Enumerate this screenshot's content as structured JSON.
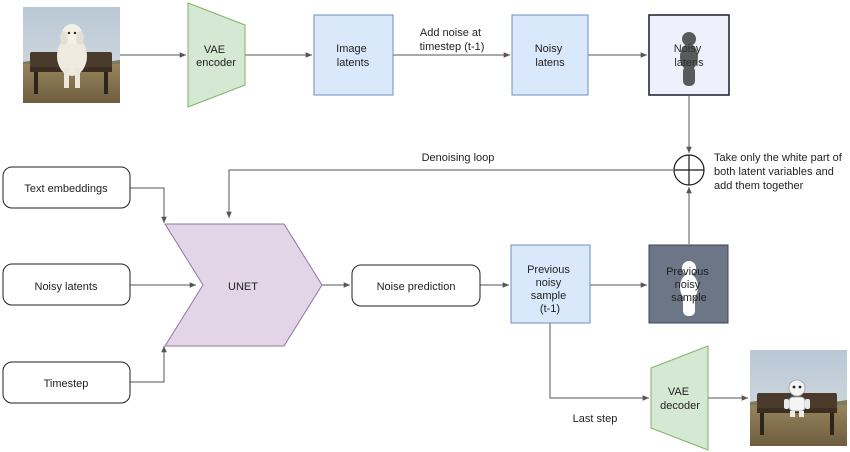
{
  "nodes": {
    "vae_encoder": [
      "VAE",
      "encoder"
    ],
    "image_latents": [
      "Image",
      "latents"
    ],
    "noisy_latens": [
      "Noisy",
      "latens"
    ],
    "noisy_latens_masked": [
      "Noisy",
      "latens"
    ],
    "text_embeddings": "Text embeddings",
    "noisy_latents": "Noisy latents",
    "timestep": "Timestep",
    "unet": "UNET",
    "noise_prediction": "Noise prediction",
    "previous_noisy_sample": [
      "Previous",
      "noisy",
      "sample",
      "(t-1)"
    ],
    "previous_noisy_sample_masked": [
      "Previous",
      "noisy",
      "sample"
    ],
    "vae_decoder": [
      "VAE",
      "decoder"
    ]
  },
  "edge_labels": {
    "add_noise": [
      "Add noise at",
      "timestep (t-1)"
    ],
    "denoising_loop": "Denoising loop",
    "combine_note": [
      "Take only the white part of",
      "both latent variables and",
      "add them together"
    ],
    "last_step": "Last step"
  },
  "colors": {
    "blue_fill": "#dae8fc",
    "blue_stroke": "#6c8ebf",
    "green_fill": "#d5e8d4",
    "green_stroke": "#82b366",
    "purple_fill": "#e1d5e7",
    "purple_stroke": "#9673a6",
    "dark_fill": "#6d7686",
    "mask_white": "#ffffff",
    "mask_dark": "#5a5a5a"
  },
  "images": {
    "input_photo": "dog-on-bench-photo",
    "output_photo": "robot-on-bench-photo"
  }
}
